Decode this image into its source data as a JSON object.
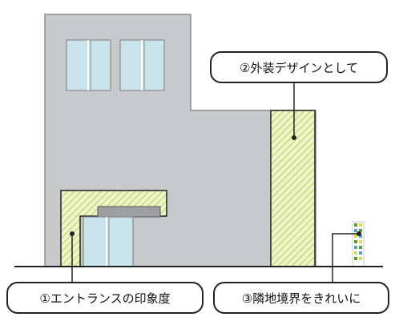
{
  "callouts": {
    "entrance": "①エントランスの印象度",
    "facade": "②外装デザインとして",
    "boundary": "③隣地境界をきれいに"
  },
  "colors": {
    "building_fill": "#c8c9cb",
    "building_stroke": "#8a8b8d",
    "window_glass": "#c9e4ea",
    "hatch_fill": "#eef5c8",
    "hatch_line": "#b9cd5e",
    "panel_dark": "#9d9fa1",
    "fence_green": "#5a9a3a",
    "fence_yellow": "#d6de4a",
    "fence_blue": "#4aa6c2",
    "ground_line": "#222222"
  },
  "icons": {
    "fence": "boundary-fence-post",
    "canopy": "entrance-canopy",
    "wall": "facade-accent-wall"
  }
}
